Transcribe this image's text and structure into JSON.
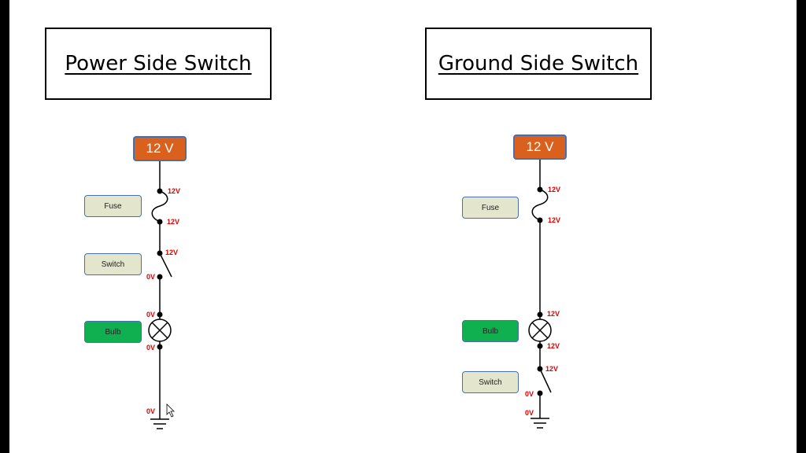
{
  "left": {
    "title": "Power Side Switch",
    "source": "12 V",
    "labels": {
      "fuse": "Fuse",
      "switch": "Switch",
      "bulb": "Bulb"
    },
    "voltages": [
      "12V",
      "12V",
      "12V",
      "0V",
      "0V",
      "0V",
      "0V"
    ]
  },
  "right": {
    "title": "Ground Side Switch",
    "source": "12 V",
    "labels": {
      "fuse": "Fuse",
      "bulb": "Bulb",
      "switch": "Switch"
    },
    "voltages": [
      "12V",
      "12V",
      "12V",
      "12V",
      "12V",
      "0V",
      "0V"
    ]
  },
  "colors": {
    "source_fill": "#d9601d",
    "label_fill": "#e3e6cc",
    "bulb_label_fill": "#10b050",
    "voltage_text": "#e00000",
    "label_border": "#4a6fb0"
  }
}
